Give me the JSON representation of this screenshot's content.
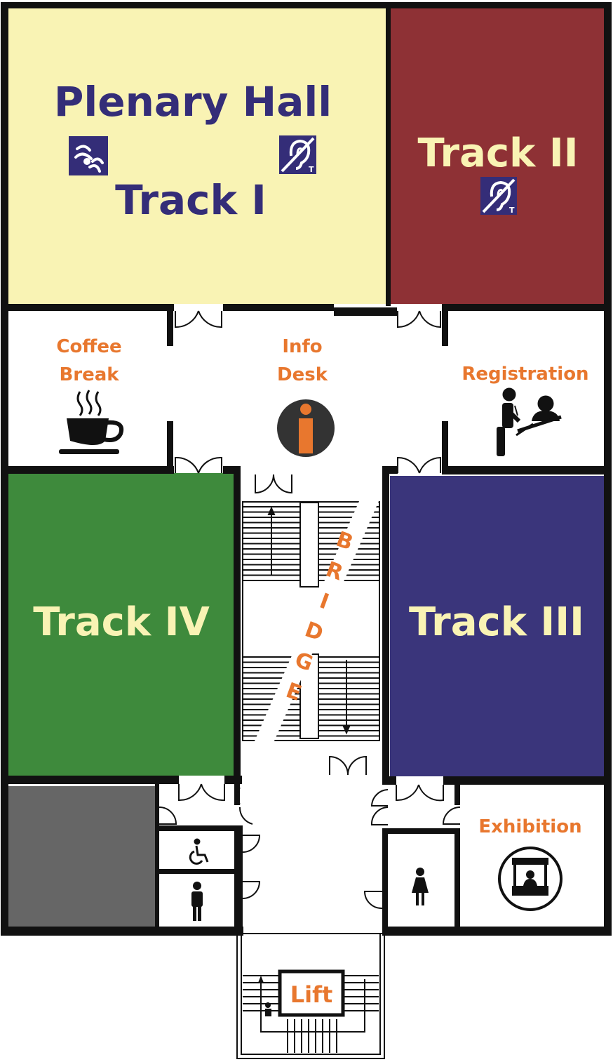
{
  "rooms": {
    "plenary": {
      "title": "Plenary Hall",
      "subtitle": "Track I",
      "color": "#f9f3b4",
      "text_color": "#342d78"
    },
    "track2": {
      "title": "Track II",
      "color": "#8e3135",
      "text_color": "#f9f3b4"
    },
    "track3": {
      "title": "Track III",
      "color": "#3a357b",
      "text_color": "#f9f3b4"
    },
    "track4": {
      "title": "Track IV",
      "color": "#3e8a3c",
      "text_color": "#f9f3b4"
    },
    "storage": {
      "color": "#666666"
    }
  },
  "areas": {
    "coffee": {
      "line1": "Coffee",
      "line2": "Break"
    },
    "info": {
      "line1": "Info",
      "line2": "Desk",
      "icon_letter": "i"
    },
    "registration": {
      "label": "Registration"
    },
    "exhibition": {
      "label": "Exhibition"
    },
    "bridge": {
      "letters": [
        "B",
        "R",
        "I",
        "D",
        "G",
        "E"
      ]
    },
    "lift": {
      "label": "Lift"
    }
  },
  "colors": {
    "accent": "#e8772e",
    "wall": "#111111",
    "icon_blue": "#342d78"
  },
  "icons": [
    "sign-language-icon",
    "hearing-loop-icon",
    "coffee-cup-icon",
    "info-icon",
    "registration-desk-icon",
    "exhibition-booth-icon",
    "wheelchair-icon",
    "men-restroom-icon",
    "women-restroom-icon",
    "stairs-icon"
  ]
}
